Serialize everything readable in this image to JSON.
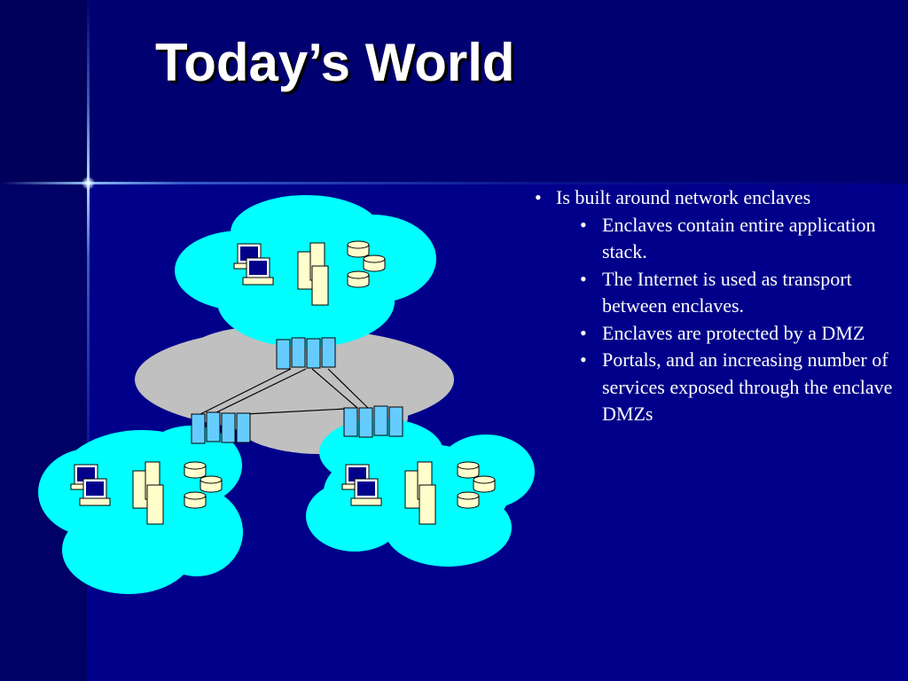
{
  "slide": {
    "title": "Today’s World",
    "bullets": [
      {
        "level": 1,
        "text": "Is built around network enclaves"
      },
      {
        "level": 2,
        "text": "Enclaves contain entire application stack."
      },
      {
        "level": 2,
        "text": "The Internet is used as transport between enclaves."
      },
      {
        "level": 2,
        "text": "Enclaves are protected by a DMZ"
      },
      {
        "level": 2,
        "text": "Portals, and an increasing number of services exposed through the enclave DMZs"
      }
    ],
    "bullet_glyph": "•"
  },
  "diagram": {
    "colors": {
      "enclave": "#00ffff",
      "internet_cloud": "#c0c0c0",
      "firewall": "#66ccff",
      "server": "#ffffcc",
      "screen": "#00008b"
    },
    "enclaves": [
      "enclave-top",
      "enclave-left",
      "enclave-right"
    ],
    "transport": "internet-cloud"
  }
}
